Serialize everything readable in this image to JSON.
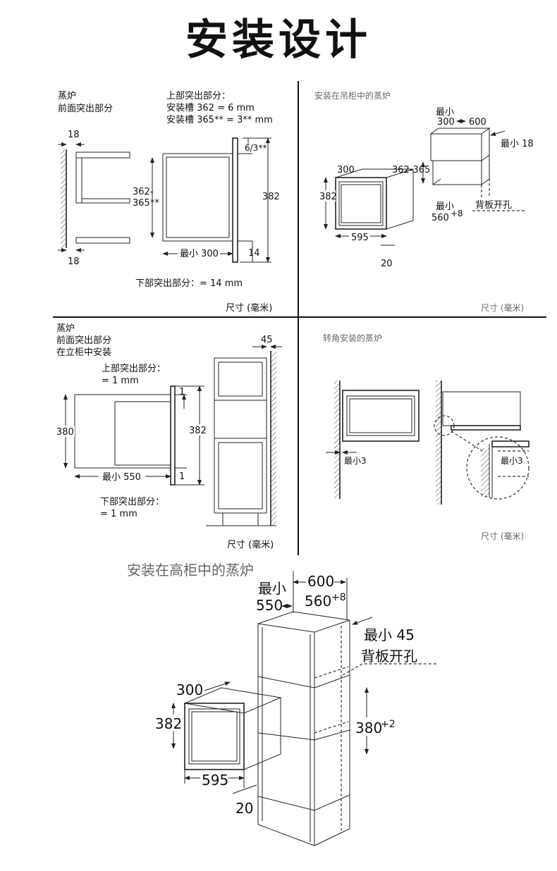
{
  "title": "安装设计",
  "panel1": {
    "label_line1": "蒸炉",
    "label_line2": "前面突出部分",
    "top_note_line1": "上部突出部分：",
    "top_note_line2": "安装槽 362 = 6 mm",
    "top_note_line3": "安装槽 365** = 3** mm",
    "d_18_top": "18",
    "d_18_bottom": "18",
    "d_362_365_a": "362-",
    "d_362_365_b": "365**",
    "d_min300": "最小 300",
    "d_6_3": "6/3**",
    "d_382": "382",
    "d_14": "14",
    "bottom_note": "下部突出部分：= 14 mm",
    "unit": "尺寸 (毫米)"
  },
  "panel2": {
    "label": "安装在吊柜中的蒸炉",
    "d_min": "最小",
    "d_300a": "300",
    "d_600": "600",
    "d_min18": "最小 18",
    "d_300b": "300",
    "d_362_365": "362-365",
    "d_382": "382",
    "d_min2": "最小",
    "d_560": "560",
    "d_560_sup": "+8",
    "d_backhole": "背板开孔",
    "d_595": "595",
    "d_20": "20",
    "unit": "尺寸 (毫米)"
  },
  "panel3": {
    "label_line1": "蒸炉",
    "label_line2": "前面突出部分",
    "label_line3": "在立柜中安装",
    "top_note_line1": "上部突出部分：",
    "top_note_line2": "= 1 mm",
    "d_45": "45",
    "d_1_top": "1",
    "d_380": "380",
    "d_382": "382",
    "d_min550": "最小 550",
    "d_1_bottom": "1",
    "bottom_note_line1": "下部突出部分：",
    "bottom_note_line2": "= 1 mm",
    "unit": "尺寸 (毫米)"
  },
  "panel4": {
    "label": "转角安装的蒸炉",
    "d_min3a": "最小3",
    "d_min3b": "最小3",
    "unit": "尺寸 (毫米)"
  },
  "panel5": {
    "label": "安装在高柜中的蒸炉",
    "d_min": "最小",
    "d_550": "550",
    "d_600": "600",
    "d_560": "560",
    "d_560_sup": "+8",
    "d_min45": "最小 45",
    "d_backhole": "背板开孔",
    "d_300": "300",
    "d_382": "382",
    "d_380": "380",
    "d_380_sup": "+2",
    "d_595": "595",
    "d_20": "20"
  }
}
